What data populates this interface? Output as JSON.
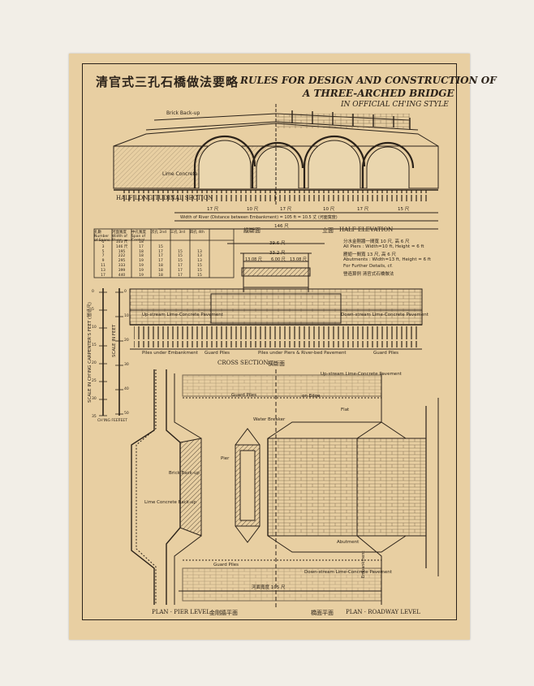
{
  "title": {
    "chinese": "清官式三孔石橋做法要略",
    "line1": "RULES FOR DESIGN AND CONSTRUCTION OF",
    "line2": "A THREE-ARCHED BRIDGE",
    "line3": "IN OFFICIAL CH'ING STYLE"
  },
  "longitudinal": {
    "brick_backup": "Brick Back-up",
    "lime_concrete": "Lime Concrete",
    "caption": "HALF LONGITUDINAL SECTION",
    "width_note": "Width of River (Distance between Embankment) = 105 ft = 10.5 丈 (河面寬度)",
    "dims": [
      "17 尺",
      "10 尺",
      "17 尺",
      "10 尺",
      "17 尺",
      "15 尺"
    ],
    "total": "146 尺"
  },
  "elevation": {
    "caption": "HALF ELEVATION",
    "chinese_caption": "立面",
    "note1": "分水金剛牆一間寬 10 尺, 高 6 尺",
    "note2": "All Piers : Width=10 ft, Height = 6 ft",
    "note3": "雁翅一間寬 13 尺, 高 6 尺",
    "note4": "Abutments : Width=13 ft, Height = 6 ft",
    "note5": "For Further Details, cf.",
    "note6": "營造算例 清官式石橋做法"
  },
  "cross_section": {
    "chinese_caption": "縱斷面",
    "top_dim": "39.6 尺",
    "mid_dim": "33.2 尺",
    "sub_dims": [
      "13.08 尺",
      "6.00 尺",
      "13.08 尺"
    ],
    "upstream": "Up-stream Lime-Concrete Pavement",
    "downstream": "Down-stream Lime-Concrete Pavement",
    "piles_embankment": "Piles under Embankment",
    "guard_piles": "Guard Piles",
    "piles_piers": "Piles under Piers & River-bed Pavement",
    "guard_piles_2": "Guard Piles",
    "caption": "CROSS SECTION",
    "caption_cn": "橫斷面"
  },
  "table": {
    "headers": [
      "孔數 Number of Spans",
      "河面寬度 Width of River",
      "中孔寬度 Span of Central Arch",
      "次孔 2nd",
      "三孔 3rd",
      "四孔 4th"
    ],
    "rows": [
      [
        "1",
        "103 尺",
        "18",
        "",
        "",
        ""
      ],
      [
        "3",
        "146 尺",
        "17",
        "15",
        "",
        ""
      ],
      [
        "5",
        "195",
        "18",
        "17",
        "15",
        "13"
      ],
      [
        "7",
        "222",
        "18",
        "17",
        "15",
        "13"
      ],
      [
        "9",
        "295",
        "19",
        "17",
        "15",
        "13"
      ],
      [
        "11",
        "333",
        "19",
        "18",
        "17",
        "15"
      ],
      [
        "13",
        "399",
        "19",
        "18",
        "17",
        "15"
      ],
      [
        "17",
        "440",
        "19",
        "18",
        "17",
        "15"
      ]
    ]
  },
  "scales": {
    "feet": "SCALE IN CH'ING CARPENTER'S FEET (營造尺)",
    "feet_marks": [
      "0",
      "5",
      "10",
      "15",
      "20",
      "25",
      "30",
      "35"
    ],
    "feet_unit": "CH'ING FEET",
    "feet_right": "SCALE IN FEET",
    "ft_marks": [
      "0",
      "10",
      "20",
      "30",
      "40",
      "50"
    ],
    "ft_unit": "FEET"
  },
  "plan": {
    "upstream": "Up-stream Lime-Concrete Pavement",
    "guard_piles": "Guard Piles",
    "on_edge": "on Edge",
    "flat": "Flat",
    "water_breaker": "Water Breaker",
    "brick_backup": "Brick Back-up",
    "lime_concrete": "Lime Concrete Back-up",
    "pier": "Pier",
    "abutment": "Abutment",
    "downstream": "Down-stream Lime-Concrete Pavement",
    "guard_piles_2": "Guard Piles",
    "embankment": "Embankment",
    "dim": "河面寬度 105 尺",
    "caption_left": "PLAN · PIER LEVEL",
    "caption_left_cn": "金剛牆平面",
    "caption_right_cn": "橋面平面",
    "caption_right": "PLAN · ROADWAY LEVEL"
  }
}
